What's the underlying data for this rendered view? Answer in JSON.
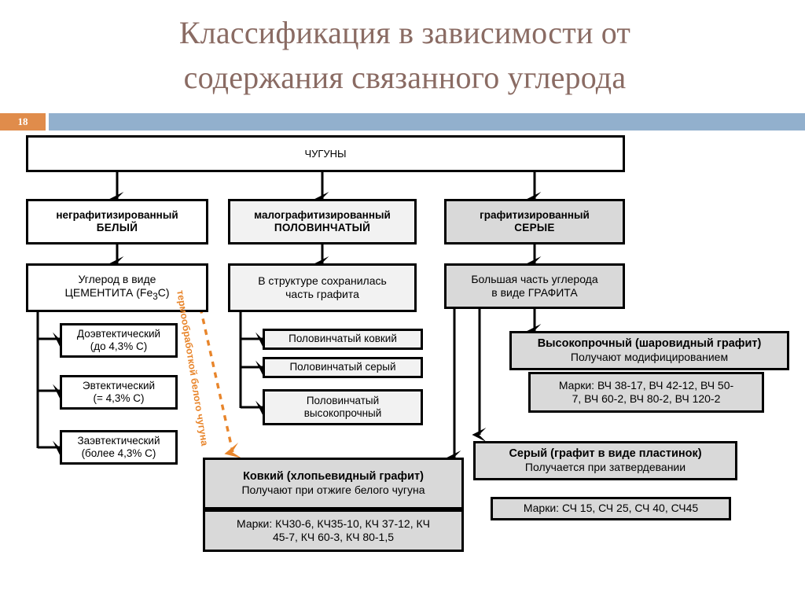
{
  "slide": {
    "title_line_1": "Классификация в зависимости от",
    "title_line_2": "содержания связанного углерода",
    "page_number": "18",
    "accent_color": "#92b0cd",
    "badge_color": "#e08c4b",
    "title_color": "#8a6b63",
    "annotation_color": "#e8852b"
  },
  "diagram": {
    "type": "flowchart",
    "root": {
      "label": "ЧУГУНЫ"
    },
    "branches": [
      {
        "id": "white",
        "class_line_1": "неграфитизированный",
        "class_line_2": "БЕЛЫЙ",
        "desc_line_1": "Углерод в виде",
        "desc_line_2": "ЦЕМЕНТИТА (Fe3C)",
        "desc_line_2_formula": {
          "text": "ЦЕМЕНТИТА (Fe",
          "sub": "3",
          "tail": "C)"
        },
        "children": [
          {
            "line_1": "Доэвтектический",
            "line_2": "(до 4,3% C)"
          },
          {
            "line_1": "Эвтектический",
            "line_2": "(= 4,3% C)"
          },
          {
            "line_1": "Заэвтектический",
            "line_2": "(более 4,3% C)"
          }
        ]
      },
      {
        "id": "mottled",
        "class_line_1": "малографитизированный",
        "class_line_2": "ПОЛОВИНЧАТЫЙ",
        "desc_line_1": "В  структуре сохранилась",
        "desc_line_2": "часть графита",
        "children": [
          {
            "line_1": "Половинчатый ковкий",
            "line_2": ""
          },
          {
            "line_1": "Половинчатый серый",
            "line_2": ""
          },
          {
            "line_1": "Половинчатый",
            "line_2": "высокопрочный"
          }
        ]
      },
      {
        "id": "graphitized",
        "class_line_1": "графитизированный",
        "class_line_2": "СЕРЫЕ",
        "desc_line_1": "Большая часть углерода",
        "desc_line_2": "в виде ГРАФИТА",
        "children": []
      }
    ],
    "annotation": "термообработкой белого чугуна",
    "results": [
      {
        "id": "ductile",
        "title": "Высокопрочный (шаровидный графит)",
        "subtitle": "Получают модифицированием",
        "marks_line_1": "Марки: ВЧ 38-17, ВЧ 42-12, ВЧ 50-",
        "marks_line_2": "7, ВЧ 60-2, ВЧ 80-2, ВЧ 120-2"
      },
      {
        "id": "malleable",
        "title": "Ковкий (хлопьевидный графит)",
        "subtitle": "Получают при отжиге белого чугуна",
        "marks_line_1": "Марки: КЧ30-6, КЧ35-10, КЧ 37-12, КЧ",
        "marks_line_2": "45-7, КЧ 60-3, КЧ 80-1,5"
      },
      {
        "id": "gray",
        "title": "Серый (графит в виде пластинок)",
        "subtitle": "Получается при затвердевании",
        "marks_line_1": "Марки: СЧ 15, СЧ 25, СЧ 40, СЧ45",
        "marks_line_2": ""
      }
    ]
  }
}
